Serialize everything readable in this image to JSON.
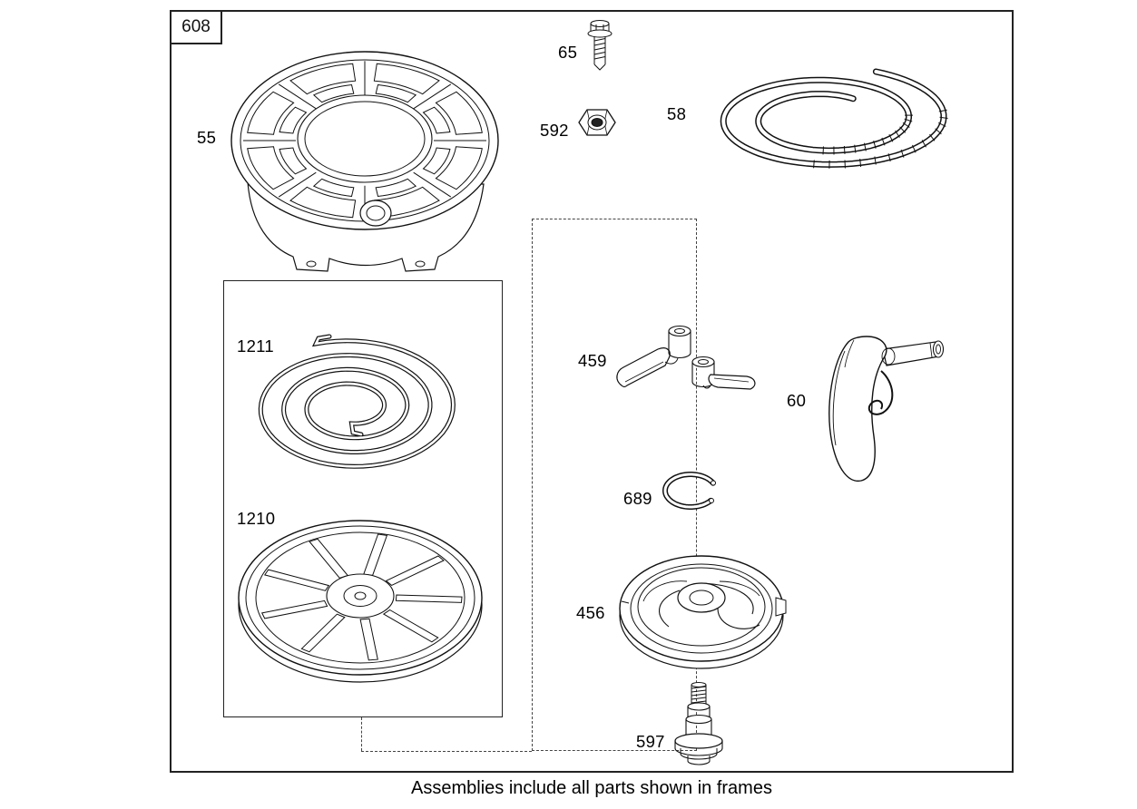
{
  "frame": {
    "label": "608"
  },
  "caption": "Assemblies include all parts shown in frames",
  "part_labels": {
    "p55": "55",
    "p65": "65",
    "p592": "592",
    "p58": "58",
    "p1211": "1211",
    "p1210": "1210",
    "p459": "459",
    "p60": "60",
    "p689": "689",
    "p456": "456",
    "p597": "597"
  },
  "colors": {
    "line": "#111111",
    "background": "#ffffff"
  }
}
